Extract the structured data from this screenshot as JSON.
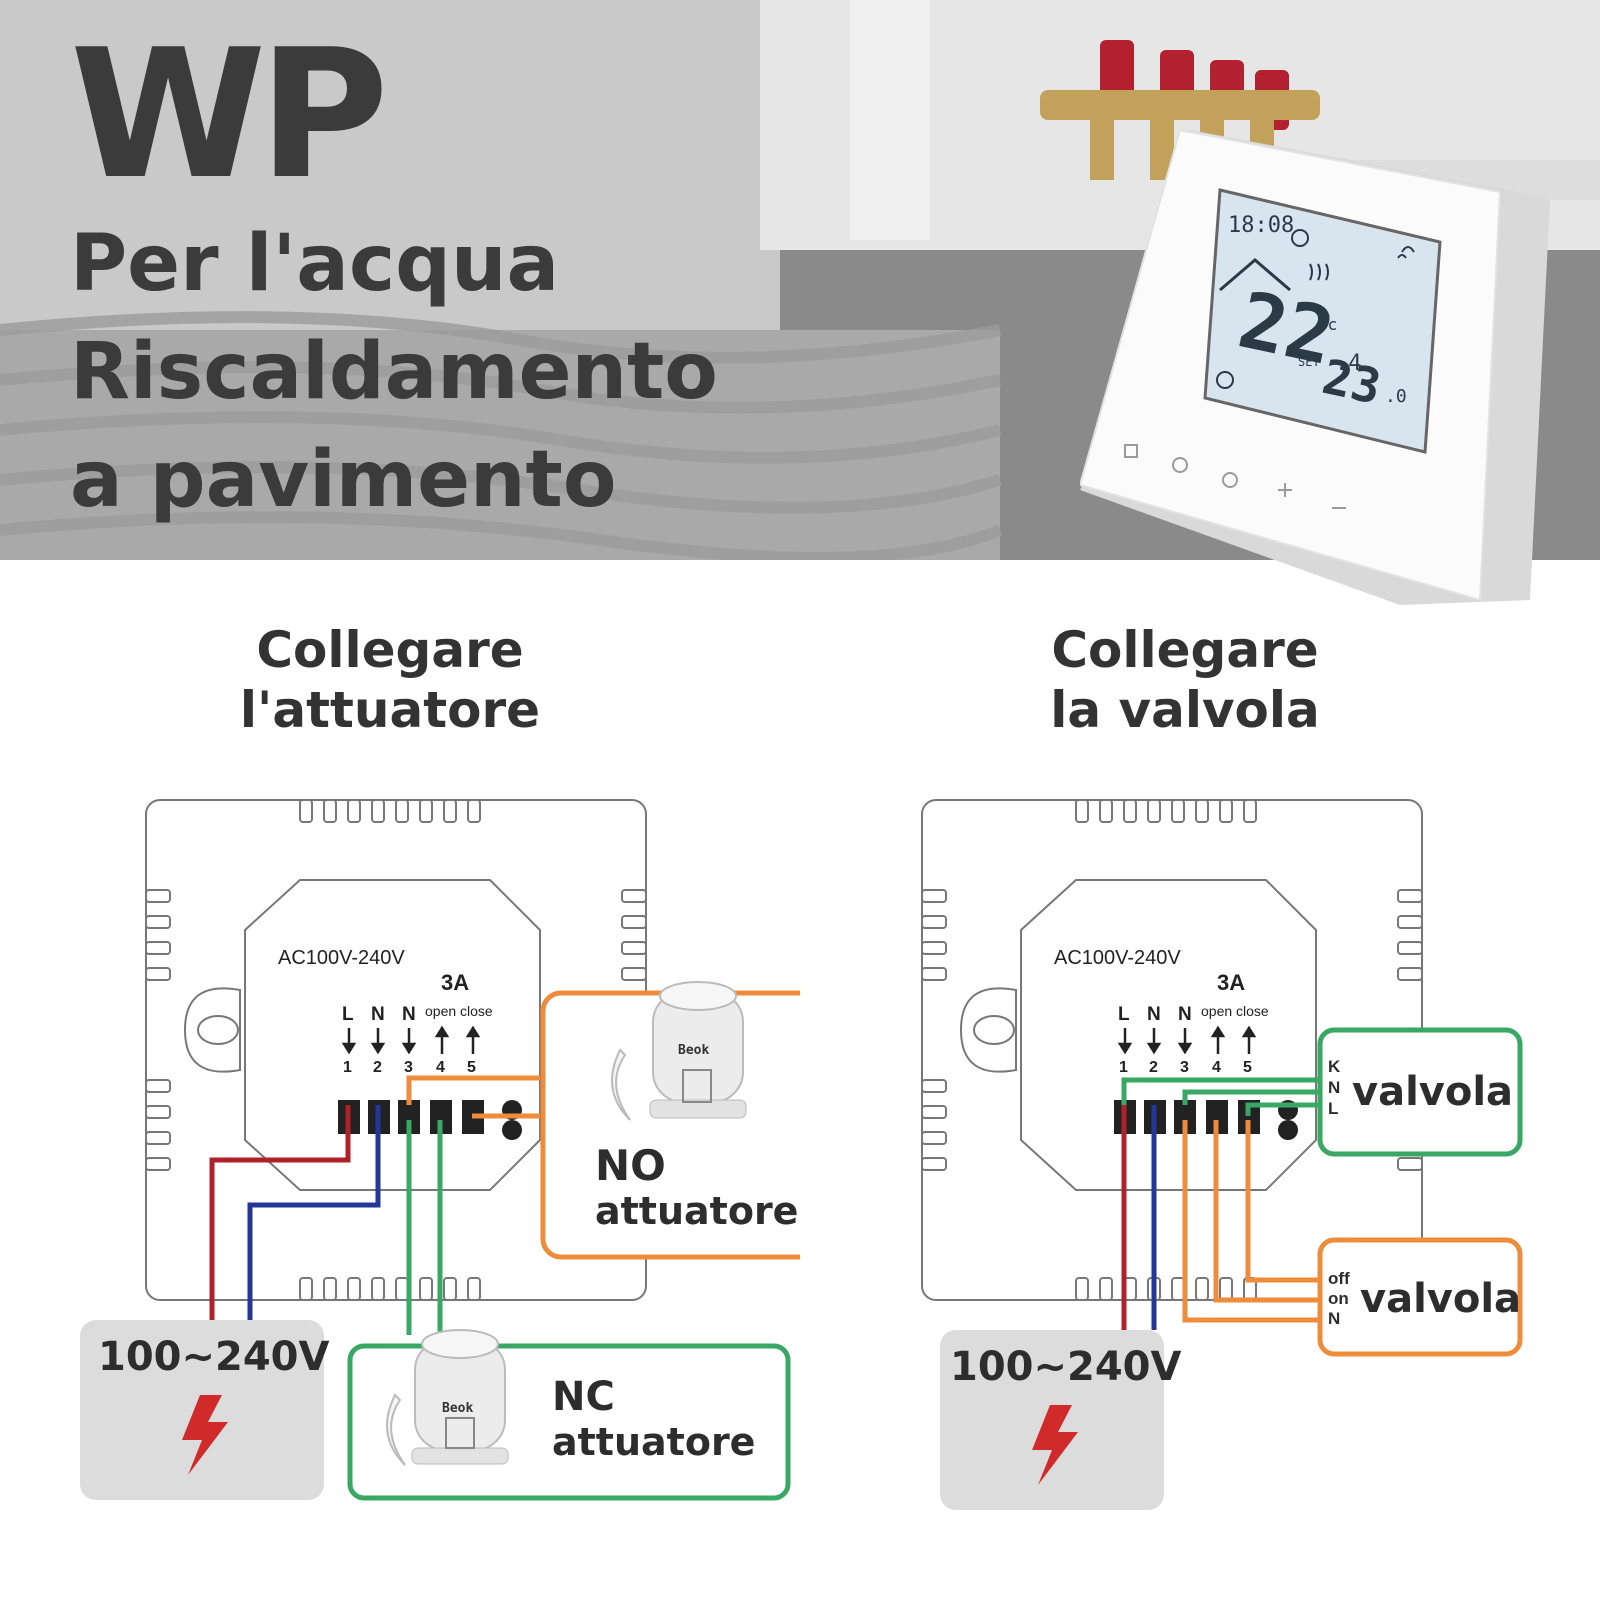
{
  "hero": {
    "title": "WP",
    "subtitle_lines": [
      "Per l'acqua",
      "Riscaldamento",
      "a pavimento"
    ]
  },
  "thermostat_screen": {
    "time": "18:08",
    "room_temp": "22",
    "room_temp_decimal": ".4",
    "unit": "°c",
    "set_label": "SET",
    "set_temp": "23",
    "set_temp_decimal": ".0",
    "buttons": [
      "menu",
      "clock",
      "power",
      "+",
      "−"
    ]
  },
  "left_panel": {
    "title_lines": [
      "Collegare",
      "l'attuatore"
    ],
    "supply": "AC100V-240V",
    "current": "3A",
    "open_close": "open close",
    "terminal_letters": [
      "L",
      "N",
      "N"
    ],
    "terminal_numbers": [
      "1",
      "2",
      "3",
      "4",
      "5"
    ],
    "no_box_lines": [
      "NO",
      "attuatore"
    ],
    "nc_box_lines": [
      "NC",
      "attuatore"
    ],
    "actuator_brand": "Beok",
    "power_label": "100~240V"
  },
  "right_panel": {
    "title_lines": [
      "Collegare",
      "la valvola"
    ],
    "supply": "AC100V-240V",
    "current": "3A",
    "open_close": "open close",
    "terminal_letters": [
      "L",
      "N",
      "N"
    ],
    "terminal_numbers": [
      "1",
      "2",
      "3",
      "4",
      "5"
    ],
    "valve1": {
      "letters": [
        "K",
        "N",
        "L"
      ],
      "label": "valvola"
    },
    "valve2": {
      "letters": [
        "off",
        "on",
        "N"
      ],
      "label": "valvola"
    },
    "power_label": "100~240V"
  },
  "colors": {
    "red_wire": "#b0202a",
    "blue_wire": "#23369a",
    "green_wire": "#3aa865",
    "orange_wire": "#ef8c3b",
    "lightning": "#d12a2a",
    "power_box": "#dcdcdc"
  }
}
